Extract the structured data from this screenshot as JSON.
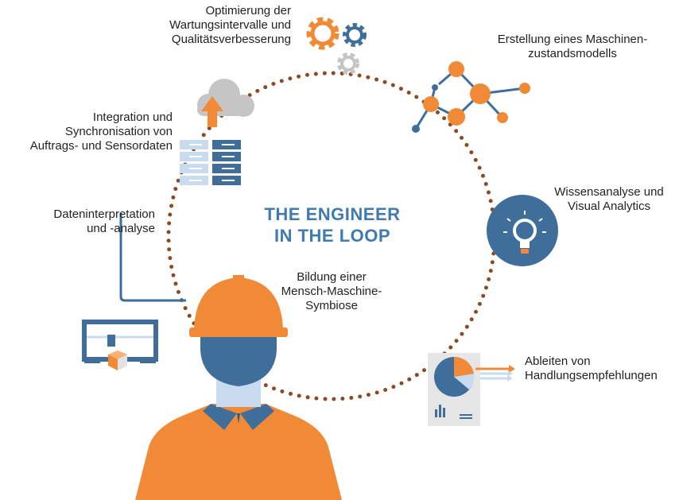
{
  "title": {
    "line1": "THE ENGINEER",
    "line2": "IN THE LOOP"
  },
  "labels": {
    "optimierung": [
      "Optimierung der",
      "Wartungsintervalle und",
      "Qualitätsverbesserung"
    ],
    "erstellung": [
      "Erstellung eines Maschinen-",
      "zustandsmodells"
    ],
    "integration": [
      "Integration und",
      "Synchronisation von",
      "Auftrags- und Sensordaten"
    ],
    "wissensanalyse": [
      "Wissensanalyse und",
      "Visual Analytics"
    ],
    "dateninterpretation": [
      "Dateninterpretation",
      "und -analyse"
    ],
    "bildung": [
      "Bildung einer",
      "Mensch-Maschine-",
      "Symbiose"
    ],
    "ableiten": [
      "Ableiten von",
      "Handlungsempfehlungen"
    ]
  },
  "colors": {
    "orange": "#F08A36",
    "blue": "#3F6E9A",
    "dark_blue": "#2E5A86",
    "dots": "#8B4A22",
    "grey": "#C5C5C5",
    "light_blue": "#C9DCEF",
    "title": "#3F7BB0"
  },
  "icons": [
    "gears-icon",
    "network-icon",
    "cloud-server-icon",
    "lightbulb-icon",
    "3d-printer-icon",
    "report-chart-icon",
    "engineer-icon"
  ]
}
